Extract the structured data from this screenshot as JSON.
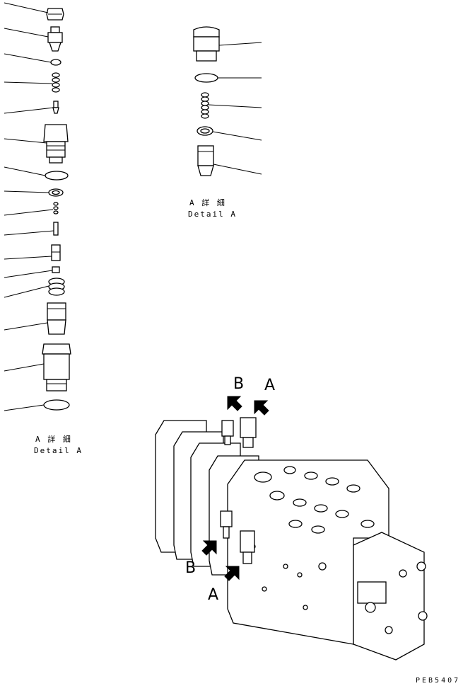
{
  "left_detail": {
    "title_jp": "A 詳 細",
    "title_en": "Detail A"
  },
  "right_detail": {
    "title_jp": "A 詳 細",
    "title_en": "Detail A"
  },
  "callouts": {
    "b_top": "B",
    "a_top": "A",
    "b_bottom": "B",
    "a_bottom": "A"
  },
  "figure_code": "PEB5407"
}
